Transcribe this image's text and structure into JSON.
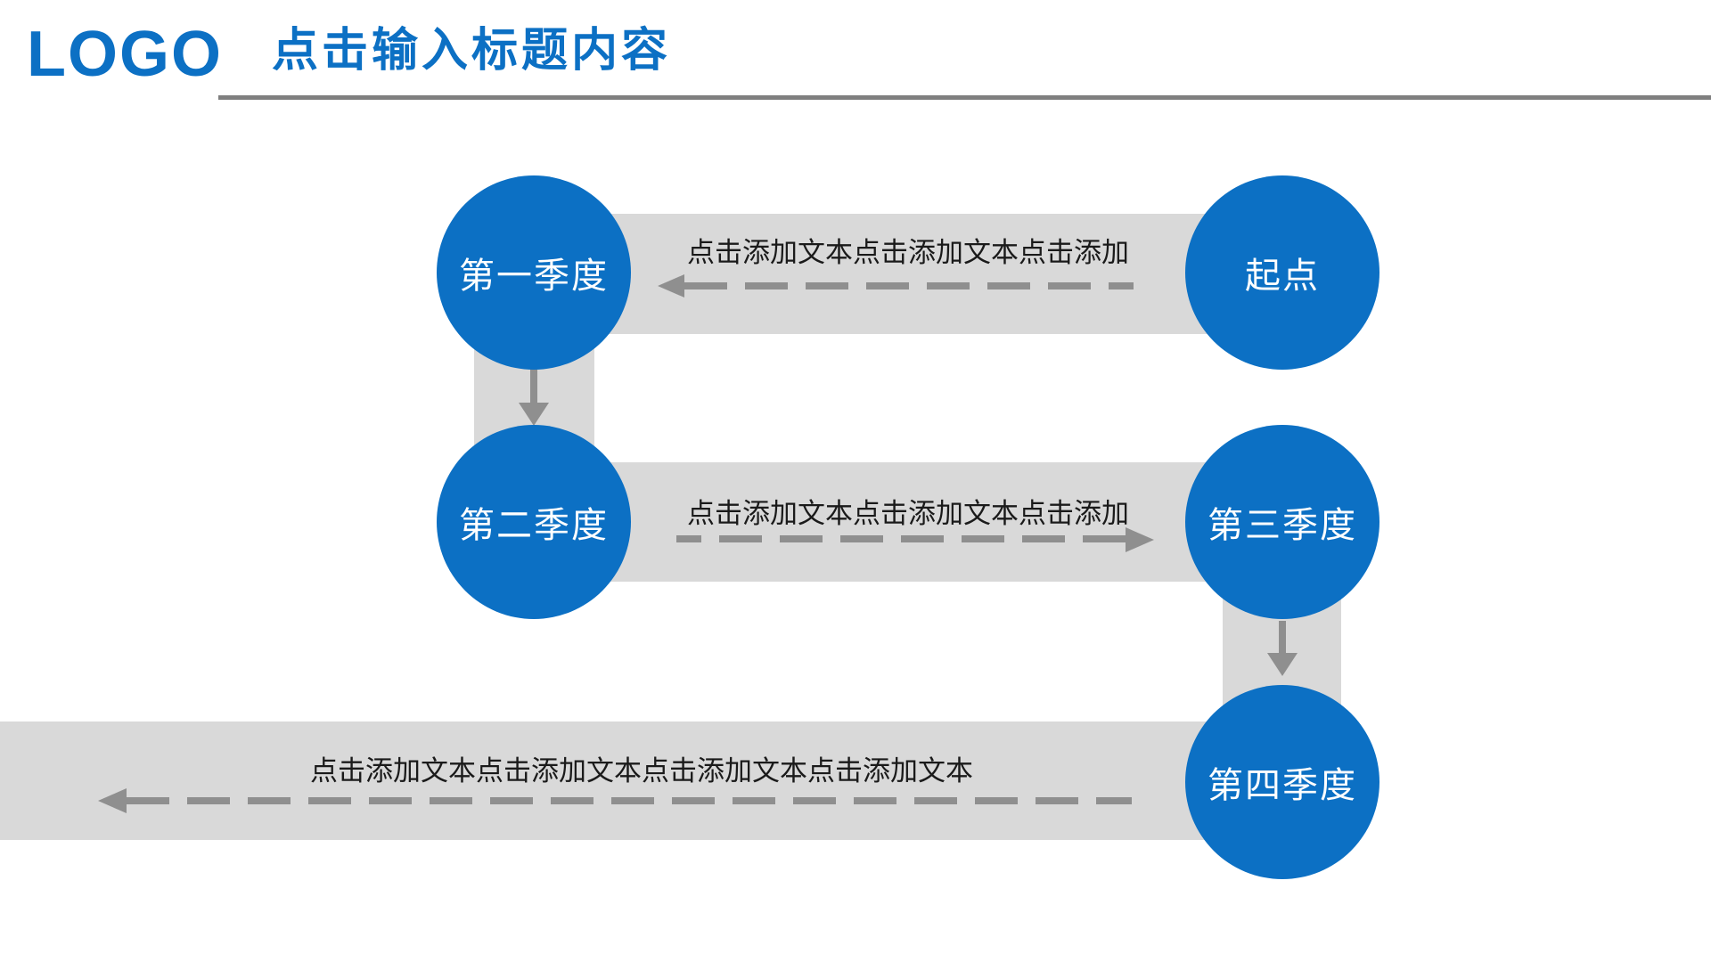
{
  "colors": {
    "accent": "#0C70C4",
    "band": "#D9D9D9",
    "arrow": "#8F8F8F",
    "rule": "#7F7F7F",
    "band_text": "#1A1A1A",
    "node_text": "#FFFFFF"
  },
  "header": {
    "logo": "LOGO",
    "title": "点击输入标题内容"
  },
  "diagram": {
    "nodes": [
      {
        "id": "q1",
        "label": "第一季度"
      },
      {
        "id": "start",
        "label": "起点"
      },
      {
        "id": "q2",
        "label": "第二季度"
      },
      {
        "id": "q3",
        "label": "第三季度"
      },
      {
        "id": "q4",
        "label": "第四季度"
      }
    ],
    "connectors": [
      {
        "from": "start",
        "to": "q1",
        "arrow_direction": "left",
        "line_style": "dashed",
        "text": "点击添加文本点击添加文本点击添加"
      },
      {
        "from": "q1",
        "to": "q2",
        "arrow_direction": "down",
        "line_style": "solid",
        "text": ""
      },
      {
        "from": "q2",
        "to": "q3",
        "arrow_direction": "right",
        "line_style": "dashed",
        "text": "点击添加文本点击添加文本点击添加"
      },
      {
        "from": "q3",
        "to": "q4",
        "arrow_direction": "down",
        "line_style": "solid",
        "text": ""
      },
      {
        "from": "q4",
        "to": "slide-left-edge",
        "arrow_direction": "left",
        "line_style": "dashed",
        "text": "点击添加文本点击添加文本点击添加文本点击添加文本"
      }
    ]
  }
}
